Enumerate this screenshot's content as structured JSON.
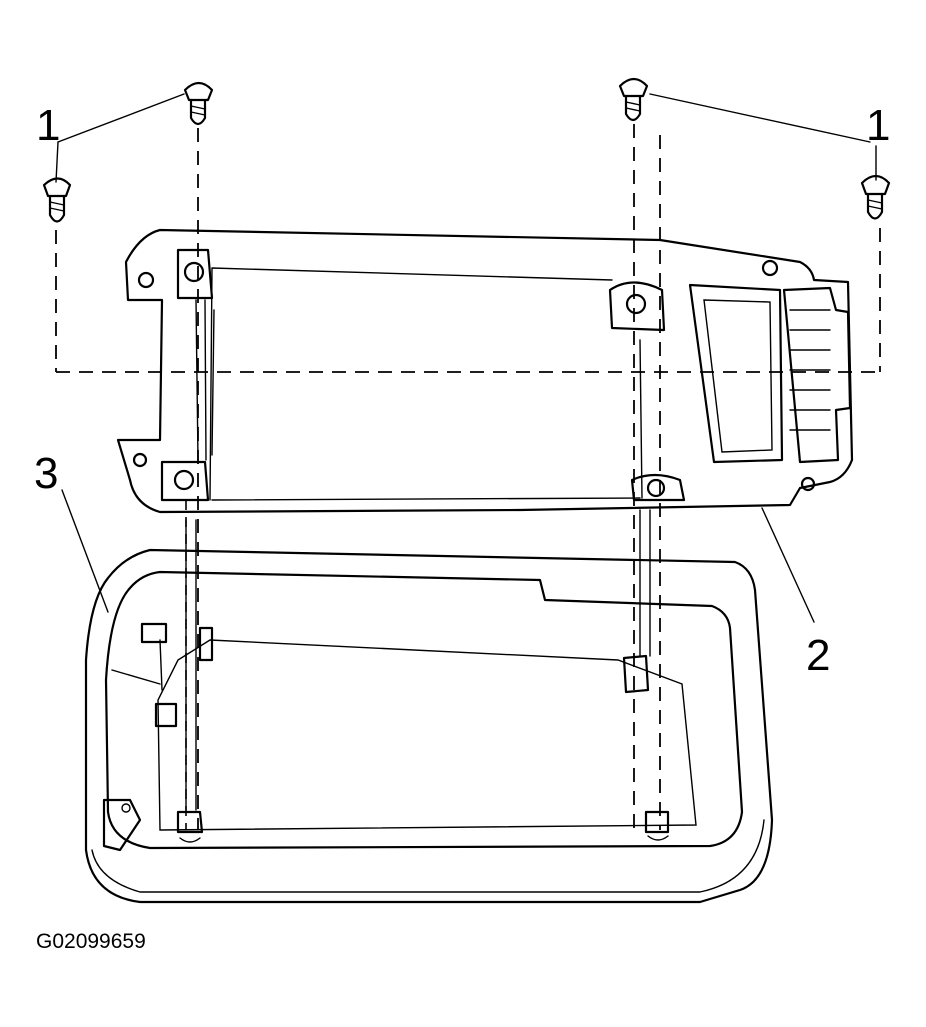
{
  "callouts": {
    "screw_left": "1",
    "screw_right": "1",
    "module": "2",
    "housing": "3"
  },
  "figure_id": "G02099659"
}
